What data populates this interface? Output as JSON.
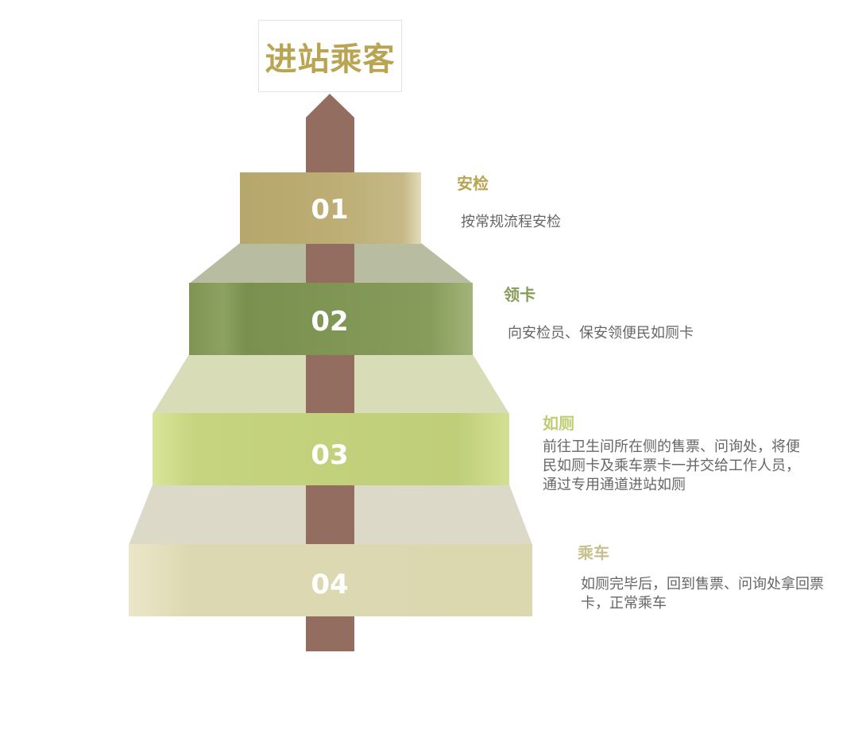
{
  "title": "进站乘客",
  "colors": {
    "title": "#b9a451",
    "pole": "#946d61",
    "step1": "#bcae74",
    "step2": "#879c5a",
    "step3": "#c0cf7a",
    "step4": "#dcd9b2"
  },
  "steps": [
    {
      "number": "01",
      "heading": "安检",
      "description": "按常规流程安检"
    },
    {
      "number": "02",
      "heading": "领卡",
      "description": "向安检员、保安领便民如厕卡"
    },
    {
      "number": "03",
      "heading": "如厕",
      "description": "前往卫生间所在侧的售票、问询处，将便民如厕卡及乘车票卡一并交给工作人员，通过专用通道进站如厕"
    },
    {
      "number": "04",
      "heading": "乘车",
      "description": "如厕完毕后，回到售票、问询处拿回票卡，正常乘车"
    }
  ]
}
